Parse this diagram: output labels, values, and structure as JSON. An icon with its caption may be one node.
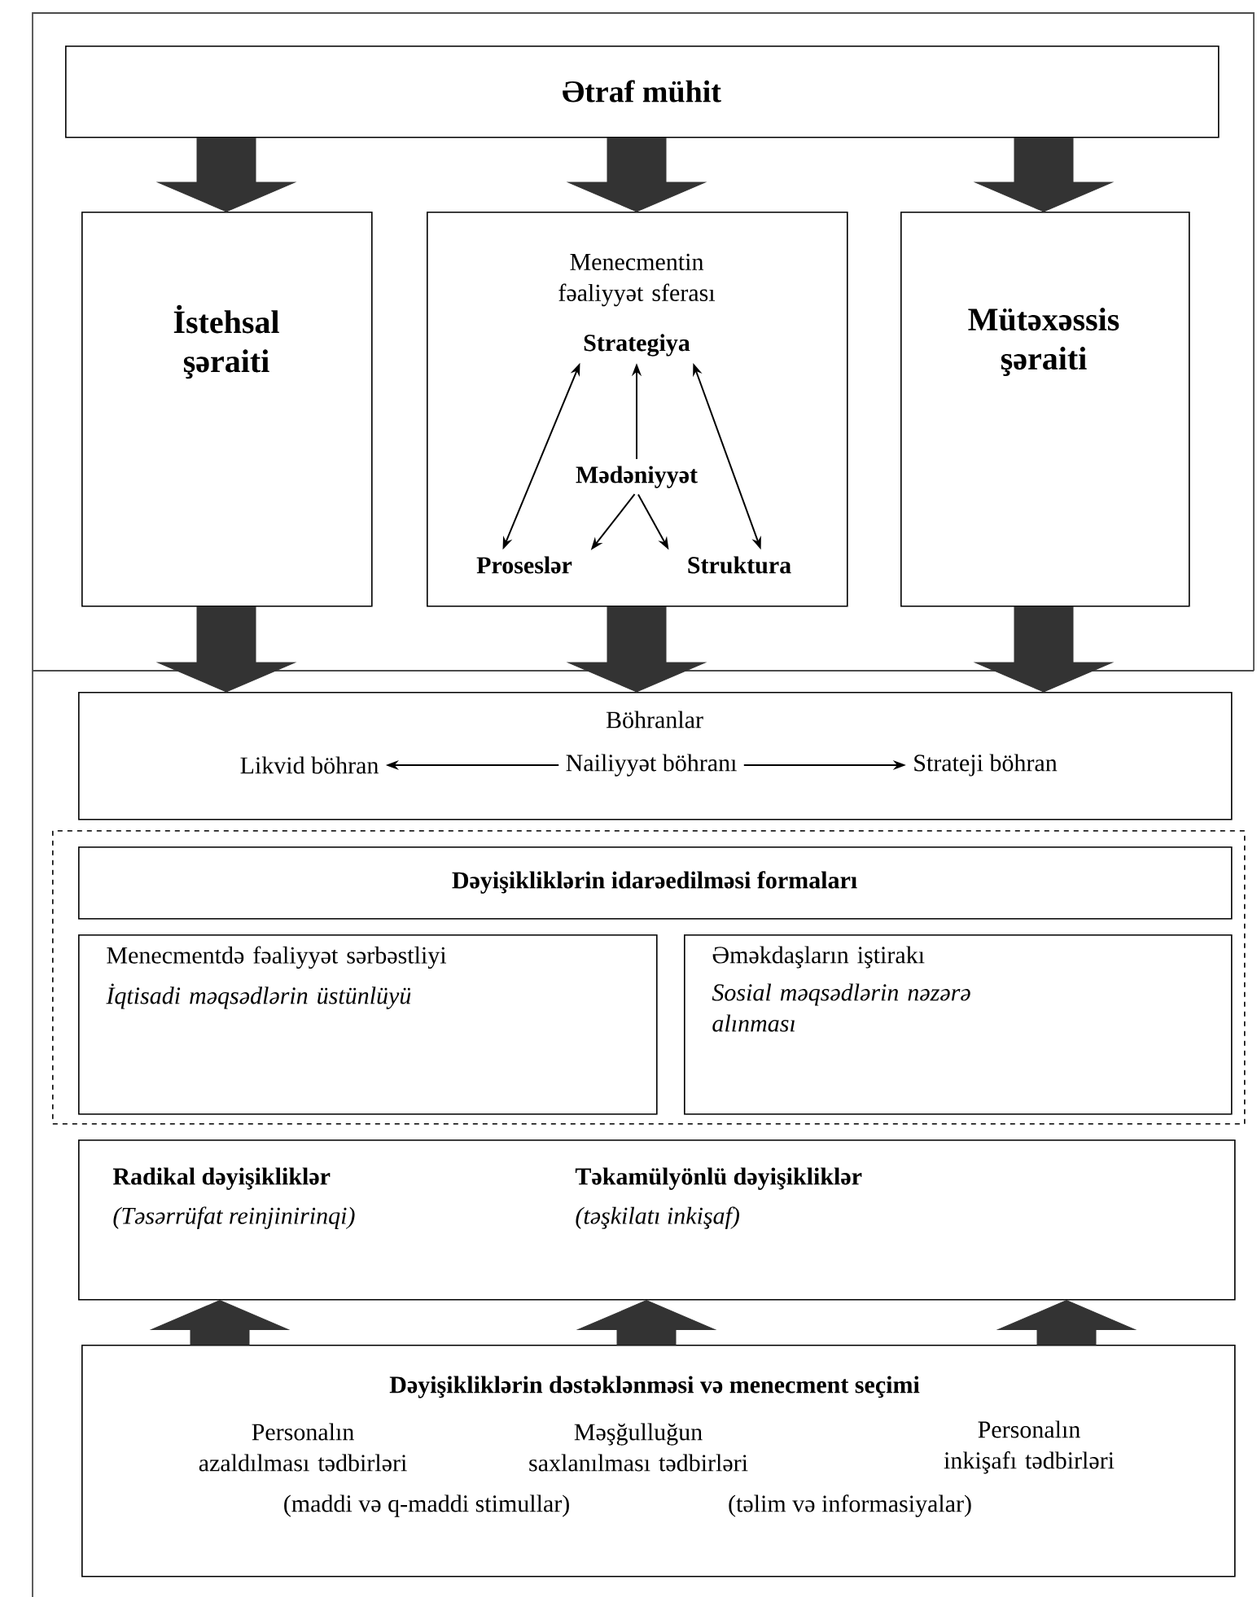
{
  "diagram": {
    "nodes": [
      {
        "text": [
          "Ətraf mühit"
        ]
      },
      {
        "text": [
          "İstehsal şəraiti"
        ]
      },
      {
        "text": [
          "Menecmentin fəaliyyət sferası"
        ]
      },
      {
        "text": [
          "Strategiya"
        ],
        "in": 2
      },
      {
        "text": [
          "Mədəniyyət"
        ],
        "in": 2
      },
      {
        "text": [
          "Proseslər"
        ],
        "in": 2
      },
      {
        "text": [
          "Struktura"
        ],
        "in": 2
      },
      {
        "text": [
          "Mütəxəssis şəraiti"
        ]
      },
      {
        "text": [
          "Böhranlar"
        ]
      },
      {
        "text": [
          "Likvid böhran"
        ],
        "in": 8
      },
      {
        "text": [
          "Nailiyyət böhranı"
        ],
        "in": 8
      },
      {
        "text": [
          "Strateji böhran"
        ],
        "in": 8
      },
      {
        "text": [],
        "shape": "box"
      },
      {
        "text": [
          "Dəyişikliklərin idarəedilməsi formaları"
        ],
        "in": 12
      },
      {
        "text": [
          "Menecmentdə fəaliyyət sərbəstliyi",
          "İqtisadi məqsədlərin üstünlüyü"
        ],
        "in": 12
      },
      {
        "text": [
          "Əməkdaşların iştirakı",
          "Sosial məqsədlərin nəzərə alınması"
        ],
        "in": 12
      },
      {
        "text": [
          "Radikal dəyişikliklər",
          "(Təsərrüfat reinjinirinqi)",
          "Təkamülyönlü dəyişikliklər",
          "(təşkilatı inkişaf)"
        ]
      },
      {
        "text": [
          "Dəyişikliklərin dəstəklənməsi və menecment seçimi",
          "Personalın azaldılması tədbirləri",
          "Məşğulluğun saxlanılması tədbirləri",
          "Personalın inkişafı tədbirləri",
          "(maddi və q-maddi stimullar)",
          "(təlim və informasiyalar)"
        ]
      }
    ],
    "edges": [
      {
        "from": 0,
        "to": 1,
        "arrow": "to",
        "style": "thick"
      },
      {
        "from": 0,
        "to": 2,
        "arrow": "to",
        "style": "thick"
      },
      {
        "from": 0,
        "to": 7,
        "arrow": "to",
        "style": "thick"
      },
      {
        "from": 4,
        "to": 3,
        "arrow": "to"
      },
      {
        "from": 5,
        "to": 3,
        "arrow": "both"
      },
      {
        "from": 6,
        "to": 3,
        "arrow": "both"
      },
      {
        "from": 4,
        "to": 5,
        "arrow": "to"
      },
      {
        "from": 4,
        "to": 6,
        "arrow": "to"
      },
      {
        "from": 1,
        "to": 8,
        "arrow": "to",
        "style": "thick"
      },
      {
        "from": 2,
        "to": 8,
        "arrow": "to",
        "style": "thick"
      },
      {
        "from": 7,
        "to": 8,
        "arrow": "to",
        "style": "thick"
      },
      {
        "from": 10,
        "to": 9,
        "arrow": "to"
      },
      {
        "from": 10,
        "to": 11,
        "arrow": "to"
      },
      {
        "from": 17,
        "to": 16,
        "arrow": "to",
        "style": "thick"
      },
      {
        "from": 17,
        "to": 16,
        "arrow": "to",
        "style": "thick"
      },
      {
        "from": 17,
        "to": 16,
        "arrow": "to",
        "style": "thick"
      }
    ]
  }
}
